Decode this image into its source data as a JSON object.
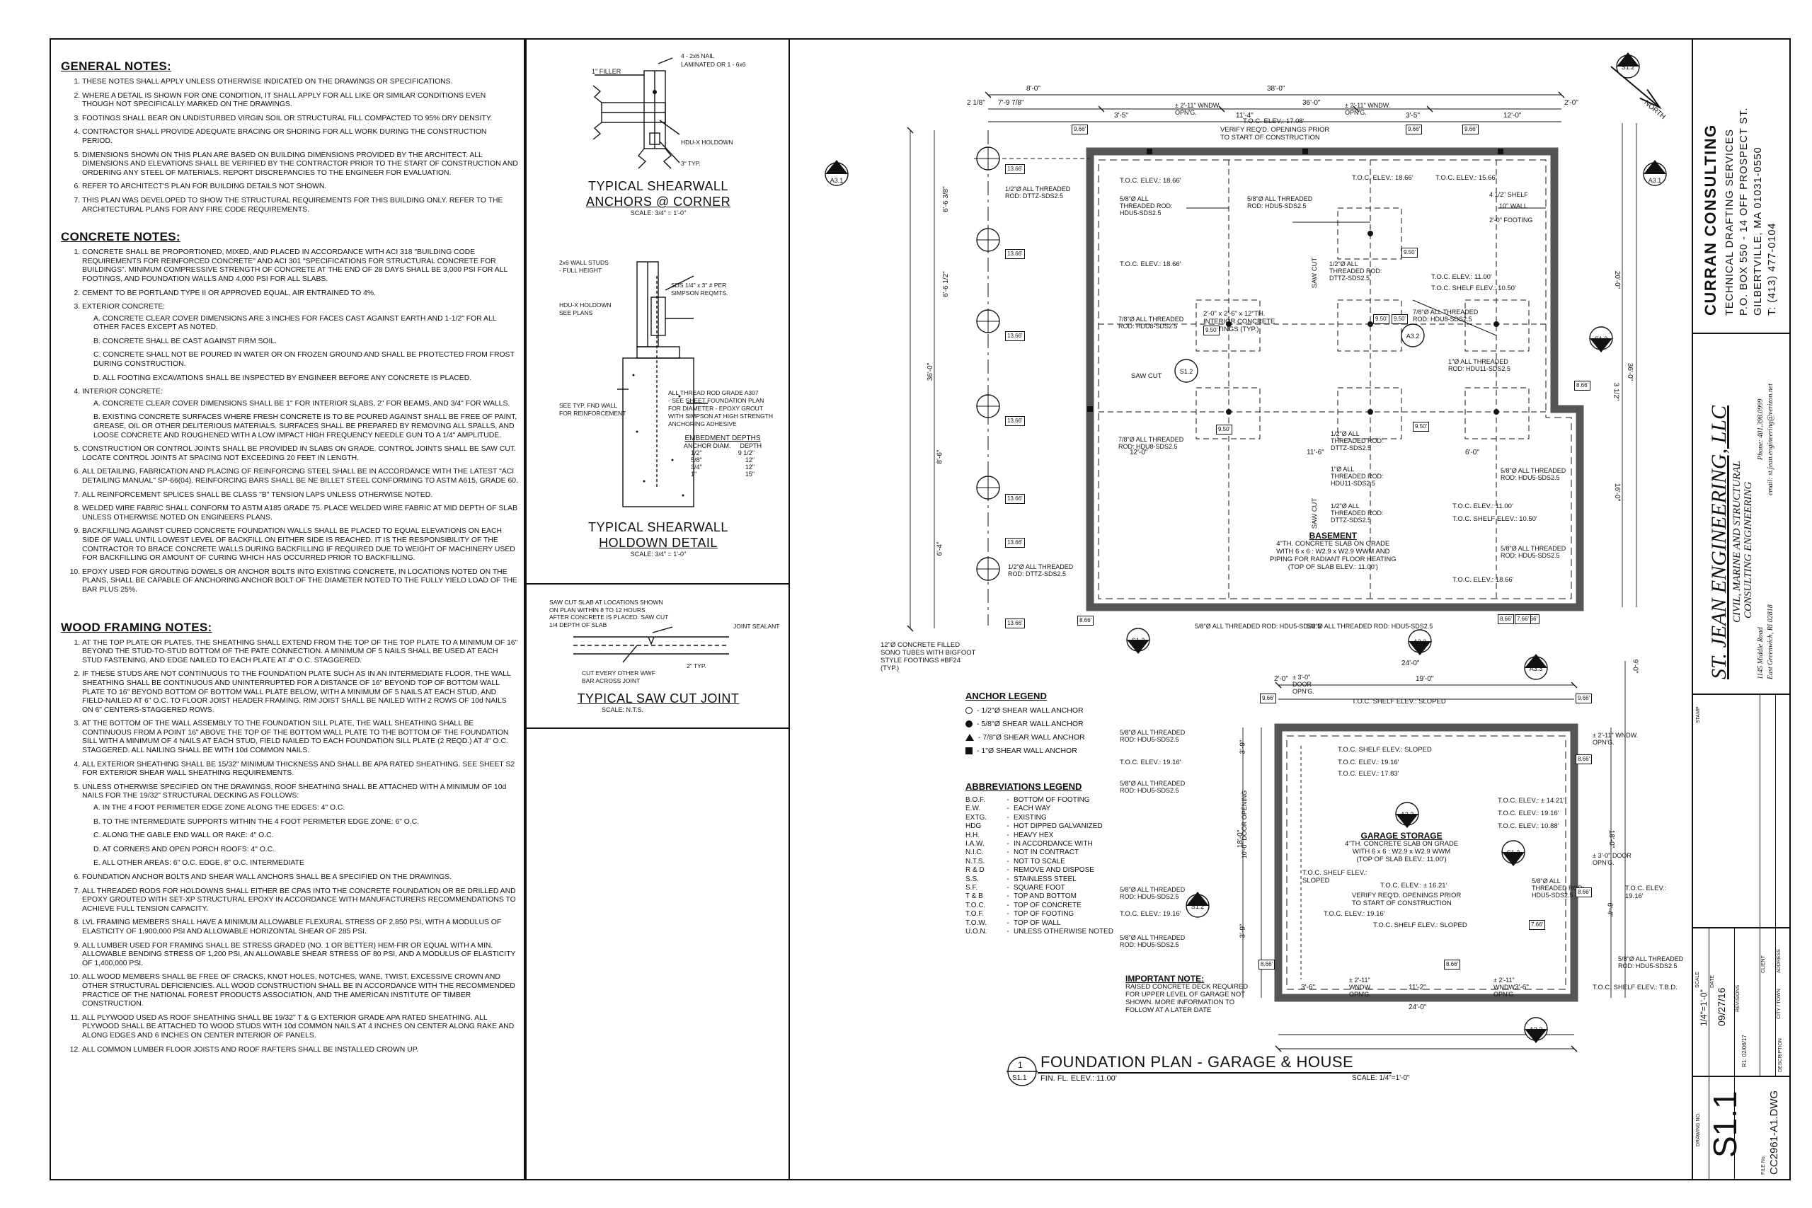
{
  "general_notes": {
    "heading": "GENERAL NOTES:",
    "items": [
      "THESE NOTES SHALL APPLY UNLESS OTHERWISE INDICATED ON THE DRAWINGS OR SPECIFICATIONS.",
      "WHERE A DETAIL IS SHOWN FOR ONE CONDITION, IT SHALL APPLY FOR ALL LIKE OR SIMILAR CONDITIONS EVEN THOUGH NOT SPECIFICALLY MARKED ON THE DRAWINGS.",
      "FOOTINGS SHALL BEAR ON UNDISTURBED VIRGIN SOIL OR STRUCTURAL FILL COMPACTED TO 95% DRY DENSITY.",
      "CONTRACTOR SHALL PROVIDE ADEQUATE BRACING OR SHORING FOR ALL WORK DURING THE CONSTRUCTION PERIOD.",
      "DIMENSIONS SHOWN ON THIS PLAN ARE BASED ON BUILDING DIMENSIONS PROVIDED BY THE ARCHITECT. ALL DIMENSIONS AND ELEVATIONS SHALL BE VERIFIED BY THE CONTRACTOR PRIOR TO THE START OF CONSTRUCTION AND ORDERING ANY STEEL OF MATERIALS. REPORT DISCREPANCIES TO THE ENGINEER FOR EVALUATION.",
      "REFER TO ARCHITECT'S PLAN FOR BUILDING DETAILS NOT SHOWN.",
      "THIS PLAN WAS DEVELOPED TO SHOW THE STRUCTURAL REQUIREMENTS FOR THIS BUILDING ONLY. REFER TO THE ARCHITECTURAL PLANS FOR ANY FIRE CODE REQUIREMENTS."
    ]
  },
  "concrete_notes": {
    "heading": "CONCRETE NOTES:",
    "n1": "CONCRETE SHALL BE PROPORTIONED, MIXED, AND PLACED IN ACCORDANCE WITH ACI 318 \"BUILDING CODE REQUIREMENTS FOR REINFORCED CONCRETE\" AND ACI 301 \"SPECIFICATIONS FOR STRUCTURAL CONCRETE FOR BUILDINGS\". MINIMUM COMPRESSIVE STRENGTH OF CONCRETE AT THE END OF 28 DAYS SHALL BE 3,000 PSI FOR ALL FOOTINGS, AND FOUNDATION WALLS AND 4,000 PSI FOR ALL SLABS.",
    "n2": "CEMENT TO BE PORTLAND TYPE II OR APPROVED EQUAL, AIR ENTRAINED TO 4%.",
    "n3": "EXTERIOR CONCRETE:",
    "n3a": "A. CONCRETE CLEAR COVER DIMENSIONS ARE 3 INCHES FOR FACES CAST AGAINST EARTH AND 1-1/2\" FOR ALL OTHER FACES EXCEPT AS NOTED.",
    "n3b": "B. CONCRETE SHALL BE CAST AGAINST FIRM SOIL.",
    "n3c": "C. CONCRETE SHALL NOT BE POURED IN WATER OR ON FROZEN GROUND AND SHALL BE PROTECTED FROM FROST DURING CONSTRUCTION.",
    "n3d": "D. ALL FOOTING EXCAVATIONS SHALL BE INSPECTED BY ENGINEER BEFORE ANY CONCRETE IS PLACED.",
    "n4": "INTERIOR CONCRETE:",
    "n4a": "A. CONCRETE CLEAR COVER DIMENSIONS SHALL BE 1\" FOR INTERIOR SLABS, 2\" FOR BEAMS, AND 3/4\" FOR WALLS.",
    "n4b": "B. EXISTING CONCRETE SURFACES WHERE FRESH CONCRETE IS TO BE POURED AGAINST SHALL BE FREE OF PAINT, GREASE, OIL OR OTHER DELITERIOUS MATERIALS. SURFACES SHALL BE PREPARED BY REMOVING ALL SPALLS, AND LOOSE CONCRETE AND ROUGHENED WITH A LOW IMPACT HIGH FREQUENCY NEEDLE GUN TO A 1/4\" AMPLITUDE.",
    "n5": "CONSTRUCTION OR CONTROL JOINTS SHALL BE PROVIDED IN SLABS ON GRADE. CONTROL JOINTS SHALL BE SAW CUT. LOCATE CONTROL JOINTS AT SPACING NOT EXCEEDING 20 FEET IN LENGTH.",
    "n6": "ALL DETAILING, FABRICATION AND PLACING OF REINFORCING STEEL SHALL BE IN ACCORDANCE WITH THE LATEST \"ACI DETAILING MANUAL\" SP-66(04). REINFORCING BARS SHALL BE NE BILLET STEEL CONFORMING TO ASTM A615, GRADE 60.",
    "n7": "ALL REINFORCEMENT SPLICES SHALL BE CLASS \"B\" TENSION LAPS UNLESS OTHERWISE NOTED.",
    "n8": "WELDED WIRE FABRIC SHALL CONFORM TO ASTM A185 GRADE 75. PLACE WELDED WIRE FABRIC AT MID DEPTH OF SLAB UNLESS OTHERWISE NOTED ON ENGINEERS PLANS.",
    "n9": "BACKFILLING AGAINST CURED CONCRETE FOUNDATION WALLS SHALL BE PLACED TO EQUAL ELEVATIONS ON EACH SIDE OF WALL UNTIL LOWEST LEVEL OF BACKFILL ON EITHER SIDE IS REACHED. IT IS THE RESPONSIBILITY OF THE CONTRACTOR TO BRACE CONCRETE WALLS DURING BACKFILLING IF REQUIRED DUE TO WEIGHT OF MACHINERY USED FOR BACKFILLING OR AMOUNT OF CURING WHICH HAS OCCURRED PRIOR TO BACKFILLING.",
    "n10": "EPOXY USED FOR GROUTING DOWELS OR ANCHOR BOLTS INTO EXISTING CONCRETE, IN LOCATIONS NOTED ON THE PLANS, SHALL BE CAPABLE OF ANCHORING ANCHOR BOLT OF THE DIAMETER NOTED TO THE FULLY YIELD LOAD OF THE BAR PLUS 25%."
  },
  "wood_notes": {
    "heading": "WOOD FRAMING NOTES:",
    "n1": "AT THE TOP PLATE OR PLATES, THE SHEATHING SHALL EXTEND FROM THE TOP OF THE TOP PLATE TO A MINIMUM OF 16\" BEYOND THE STUD-TO-STUD BOTTOM OF THE PATE CONNECTION. A MINIMUM OF 5 NAILS SHALL BE USED AT EACH STUD FASTENING, AND EDGE NAILED TO EACH PLATE AT 4\" O.C. STAGGERED.",
    "n2": "IF THESE STUDS ARE NOT CONTINUOUS TO THE FOUNDATION PLATE SUCH AS IN AN INTERMEDIATE FLOOR, THE WALL SHEATHING SHALL BE CONTINUOUS AND UNINTERRUPTED FOR A DISTANCE OF 16\" BEYOND TOP OF BOTTOM WALL PLATE TO 16\" BEYOND BOTTOM OF BOTTOM WALL PLATE BELOW, WITH A MINIMUM OF 5 NAILS AT EACH STUD, AND FIELD-NAILED AT 6\" O.C. TO FLOOR JOIST HEADER FRAMING. RIM JOIST SHALL BE NAILED WITH 2 ROWS OF 10d NAILS ON 6\" CENTERS-STAGGERED ROWS.",
    "n3": "AT THE BOTTOM OF THE WALL ASSEMBLY TO THE FOUNDATION SILL PLATE, THE WALL SHEATHING SHALL BE CONTINUOUS FROM A POINT 16\" ABOVE THE TOP OF THE BOTTOM WALL PLATE TO THE BOTTOM OF THE FOUNDATION SILL WITH A MINIMUM OF 4 NAILS AT EACH STUD, FIELD NAILED TO EACH FOUNDATION SILL PLATE (2 REQD.) AT 4\" O.C. STAGGERED. ALL NAILING SHALL BE WITH 10d COMMON NAILS.",
    "n4": "ALL EXTERIOR SHEATHING SHALL BE 15/32\" MINIMUM THICKNESS AND SHALL BE APA RATED SHEATHING. SEE SHEET S2 FOR EXTERIOR SHEAR WALL SHEATHING REQUIREMENTS.",
    "n5": "UNLESS OTHERWISE SPECIFIED ON THE DRAWINGS, ROOF SHEATHING SHALL BE ATTACHED WITH A MINIMUM OF 10d NAILS FOR THE 19/32\" STRUCTURAL DECKING AS FOLLOWS:",
    "n5a": "A. IN THE 4 FOOT PERIMETER EDGE ZONE ALONG THE EDGES: 4\" O.C.",
    "n5b": "B. TO THE INTERMEDIATE SUPPORTS WITHIN THE 4 FOOT PERIMETER EDGE ZONE: 6\" O.C.",
    "n5c": "C. ALONG THE GABLE END WALL OR RAKE: 4\" O.C.",
    "n5d": "D. AT CORNERS AND OPEN PORCH ROOFS: 4\" O.C.",
    "n5e": "E. ALL OTHER AREAS: 6\" O.C. EDGE, 8\" O.C. INTERMEDIATE",
    "n6": "FOUNDATION ANCHOR BOLTS AND SHEAR WALL ANCHORS SHALL BE A SPECIFIED ON THE DRAWINGS.",
    "n7": "ALL THREADED RODS FOR HOLDOWNS SHALL EITHER BE CPAS INTO THE CONCRETE FOUNDATION OR BE DRILLED AND EPOXY GROUTED WITH SET-XP STRUCTURAL EPOXY IN ACCORDANCE WITH MANUFACTURERS RECOMMENDATIONS TO ACHIEVE FULL TENSION CAPACITY.",
    "n8": "LVL FRAMING MEMBERS SHALL HAVE A MINIMUM ALLOWABLE FLEXURAL STRESS OF 2,850 PSI, WITH A MODULUS OF ELASTICITY OF 1,900,000 PSI AND ALLOWABLE HORIZONTAL SHEAR OF 285 PSI.",
    "n9": "ALL LUMBER USED FOR FRAMING SHALL BE STRESS GRADED (NO. 1 OR BETTER) HEM-FIR OR EQUAL WITH A MIN. ALLOWABLE BENDING STRESS OF 1,200 PSI, AN ALLOWABLE SHEAR STRESS OF 80 PSI, AND A MODULUS OF ELASTICITY OF 1,400,000 PSI.",
    "n10": "ALL WOOD MEMBERS SHALL BE FREE OF CRACKS, KNOT HOLES, NOTCHES, WANE, TWIST, EXCESSIVE CROWN AND OTHER STRUCTURAL DEFICIENCIES. ALL WOOD CONSTRUCTION SHALL BE IN ACCORDANCE WITH THE RECOMMENDED PRACTICE OF THE NATIONAL FOREST PRODUCTS ASSOCIATION, AND THE AMERICAN INSTITUTE OF TIMBER CONSTRUCTION.",
    "n11": "ALL PLYWOOD USED AS ROOF SHEATHING SHALL BE 19/32\" T & G EXTERIOR GRADE APA RATED SHEATHING. ALL PLYWOOD SHALL BE ATTACHED TO WOOD STUDS WITH 10d COMMON NAILS AT 4 INCHES ON CENTER ALONG RAKE AND ALONG EDGES AND 6 INCHES ON CENTER INTERIOR OF PANELS.",
    "n12": "ALL COMMON LUMBER FLOOR JOISTS AND ROOF RAFTERS SHALL BE INSTALLED CROWN UP."
  },
  "details": {
    "corner": {
      "title_a": "TYPICAL SHEARWALL",
      "title_b": "ANCHORS @ CORNER",
      "scale": "SCALE: 3/4\" = 1'-0\"",
      "l_filler": "1\" FILLER",
      "l_nail": "4 - 2x6 NAIL",
      "l_lam": "LAMINATED OR 1 - 6x6",
      "l_holdown": "HDU-X HOLDOWN",
      "l_typ": "3\" TYP."
    },
    "holdown": {
      "title_a": "TYPICAL SHEARWALL",
      "title_b": "HOLDOWN DETAIL",
      "scale": "SCALE: 3/4\" = 1'-0\"",
      "l_studs": "2x6 WALL STUDS",
      "l_full": "- FULL HEIGHT",
      "l_sds": "SDS 1/4\" x 3\" # PER",
      "l_simp": "SIMPSON REQMTS.",
      "l_hdu": "HDU-X HOLDOWN",
      "l_see": "SEE PLANS",
      "l_wall1": "SEE TYP. FND WALL",
      "l_wall2": "FOR REINFORCEMENT",
      "l_rod1": "ALL THREAD ROD GRADE A307",
      "l_rod2": "- SEE SHEET FOUNDATION PLAN",
      "l_rod3": "FOR DIAMETER - EPOXY GROUT",
      "l_rod4": "WITH SIMPSON AT HIGH STRENGTH",
      "l_rod5": "ANCHORING ADHESIVE",
      "emb_title": "EMBEDMENT DEPTHS",
      "emb_h1": "ANCHOR DIAM.",
      "emb_h2": "DEPTH",
      "emb_rows": [
        [
          "1/2\"",
          "9 1/2\""
        ],
        [
          "5/8\"",
          "12\""
        ],
        [
          "3/4\"",
          "12\""
        ],
        [
          "1\"",
          "15\""
        ]
      ]
    },
    "sawcut": {
      "title": "TYPICAL SAW CUT JOINT",
      "scale": "SCALE: N.T.S.",
      "l1": "SAW CUT SLAB AT LOCATIONS SHOWN",
      "l2": "ON PLAN WITHIN 8 TO 12 HOURS",
      "l3": "AFTER CONCRETE IS PLACED. SAW CUT",
      "l4": "1/4 DEPTH OF SLAB",
      "l_joint": "JOINT SEALANT",
      "l_cut1": "CUT EVERY OTHER WWF",
      "l_cut2": "BAR ACROSS JOINT",
      "l_typ": "2\" TYP."
    }
  },
  "plan": {
    "title": "FOUNDATION PLAN - GARAGE & HOUSE",
    "subtitle": "FIN. FL. ELEV.: 11.00'",
    "scale": "SCALE: 1/4\"=1'-0\"",
    "view_num": "1",
    "view_sheet": "S1.1",
    "north": "NORTH",
    "basement_title": "BASEMENT",
    "basement_note": [
      "4\"TH. CONCRETE SLAB ON GRADE",
      "WITH 6 x 6 : W2.9 x W2.9 WWM AND",
      "PIPING FOR RADIANT FLOOR HEATING",
      "(TOP OF SLAB ELEV.: 11.00')"
    ],
    "garage_title": "GARAGE STORAGE",
    "garage_note": [
      "4\"TH. CONCRETE SLAB ON GRADE",
      "WITH 6 x 6 : W2.9 x W2.9 WWM",
      "(TOP OF SLAB ELEV.: 11.00')"
    ],
    "sono_note": [
      "12\"Ø CONCRETE FILLED",
      "SONO TUBES WITH BIGFOOT",
      "STYLE FOOTINGS #BF24",
      "(TYP.)"
    ],
    "important_title": "IMPORTANT NOTE:",
    "important_note": [
      "RAISED CONCRETE DECK REQUIRED",
      "FOR UPPER LEVEL OF GARAGE NOT",
      "SHOWN. MORE INFORMATION TO",
      "FOLLOW AT A LATER DATE"
    ],
    "verify_top": [
      "VERIFY REQ'D. OPENINGS PRIOR",
      "TO START OF CONSTRUCTION"
    ],
    "footing_note": [
      "2'-0\" x 2'-6\" x 12\"TH.",
      "INTERIOR CONCRETE",
      "FOOTINGS (TYP.)"
    ],
    "labels": {
      "toc_1866": "T.O.C. ELEV.: 18.66'",
      "toc_1506": "T.O.C. ELEV.: 17.08'",
      "toc_1566": "T.O.C. ELEV.: 15.66'",
      "toc_1100": "T.O.C. ELEV.: 11.00'",
      "toc_shelf_1050": "T.O.C. SHELF ELEV.: 10.50'",
      "toc_1088": "T.O.C. ELEV.: 10.88'",
      "toc_1916": "T.O.C. ELEV.: 19.16'",
      "toc_1783": "T.O.C. ELEV.: 17.83'",
      "toc_1421": "T.O.C. ELEV.: ± 14.21'",
      "toc_1621": "T.O.C. ELEV.: ± 16.21'",
      "toc_shelf_sloped": "T.O.C. SHELF ELEV.: SLOPED",
      "toc_shelf_tbd": "T.O.C. SHELF ELEV.: T.B.D.",
      "rod_half": "1/2\"Ø ALL THREADED ROD: DTTZ-SDS2.5",
      "rod_58": "5/8\"Ø ALL THREADED ROD: HDU5-SDS2.5",
      "rod_78": "7/8\"Ø ALL THREADED ROD: HDU8-SDS2.5",
      "rod_1": "1\"Ø ALL THREADED ROD: HDU11-SDS2.5",
      "saw_cut": "SAW CUT",
      "shelf": "4 1/2\" SHELF",
      "wall10": "10\" WALL",
      "footing2": "2'-0\" FOOTING",
      "window": "± 2'-11\" WNDW. OPN'G.",
      "door": "± 3'-0\" DOOR OPN'G.",
      "door_opening": "10'-0\" DOOR OPENING"
    },
    "dims": {
      "overall_top": "38'-0\"",
      "seg_8": "8'-0\"",
      "seg_36": "36'-0\"",
      "seg_2": "2'-0\"",
      "seg_218": "2 1/8\"",
      "seg_7978": "7'-9 7/8\"",
      "seg_35": "3'-5\"",
      "seg_114": "11'-4\"",
      "seg_120": "12'-0\"",
      "seg_116": "11'-6\"",
      "seg_60": "6'-0\"",
      "side_360": "36'-0\"",
      "side_200": "20'-0\"",
      "side_160": "16'-0\"",
      "side_312": "3 1/2\"",
      "garage_240": "24'-0\"",
      "garage_190": "19'-0\"",
      "garage_112": "11'-2\"",
      "garage_36": "3'-6\"",
      "garage_90": "9'-0\"",
      "garage_180": "18'-0\"",
      "garage_64": "6'-4\"",
      "garage_39": "3'-9\"",
      "bay_638": "6'-6 3/8\"",
      "bay_612": "6'-6 1/2\"",
      "bay_64": "6'-4\"",
      "bay_86": "8'-6\""
    },
    "elev_tags": [
      "13.66'",
      "9.66'",
      "8.66'",
      "9.50'",
      "7.66'"
    ]
  },
  "legend": {
    "anchor_title": "ANCHOR LEGEND",
    "anchors": [
      "- 1/2\"Ø SHEAR WALL ANCHOR",
      "- 5/8\"Ø SHEAR WALL ANCHOR",
      "- 7/8\"Ø SHEAR WALL ANCHOR",
      "- 1\"Ø SHEAR WALL ANCHOR"
    ],
    "abbr_title": "ABBREVIATIONS LEGEND",
    "abbrs": [
      [
        "B.O.F.",
        "BOTTOM OF FOOTING"
      ],
      [
        "E.W.",
        "EACH WAY"
      ],
      [
        "EXTG.",
        "EXISTING"
      ],
      [
        "HDG",
        "HOT DIPPED GALVANIZED"
      ],
      [
        "H.H.",
        "HEAVY HEX"
      ],
      [
        "I.A.W.",
        "IN ACCORDANCE WITH"
      ],
      [
        "N.I.C.",
        "NOT IN CONTRACT"
      ],
      [
        "N.T.S.",
        "NOT TO SCALE"
      ],
      [
        "R & D",
        "REMOVE AND DISPOSE"
      ],
      [
        "S.S.",
        "STAINLESS STEEL"
      ],
      [
        "S.F.",
        "SQUARE FOOT"
      ],
      [
        "T & B",
        "TOP AND BOTTOM"
      ],
      [
        "T.O.C.",
        "TOP OF CONCRETE"
      ],
      [
        "T.O.F.",
        "TOP OF FOOTING"
      ],
      [
        "T.O.W.",
        "TOP OF WALL"
      ],
      [
        "U.O.N.",
        "UNLESS OTHERWISE NOTED"
      ]
    ]
  },
  "title_block": {
    "firm": "CURRAN CONSULTING",
    "firm_l1": "TECHNICAL DRAFTING SERVICES",
    "firm_l2": "P.O. BOX 550 - 14 OFF PROSPECT ST.",
    "firm_l3": "GILBERTVILLE, MA 01031-0550",
    "firm_l4": "T: (413) 477-0104",
    "eng": "ST. JEAN ENGINEERING, LLC",
    "eng_l1": "CIVIL, MARINE AND STRUCTURAL",
    "eng_l2": "CONSULTING ENGINEERING",
    "eng_addr1": "1145 Middle Road",
    "eng_addr2": "East Greenwich, RI 02818",
    "eng_phone": "Phone: 401.398.0999",
    "eng_email": "email: st.jean.engineering@verizon.net",
    "stamp": "STAMP",
    "client": "CLIENT",
    "address": "ADDRESS",
    "city": "CITY / TOWN",
    "description": "DESCRIPTION",
    "scale_lbl": "SCALE",
    "scale_val": "1/4\"=1'-0\"",
    "date_lbl": "DATE",
    "date_val": "09/27/16",
    "rev_lbl": "REVISIONS",
    "rev_val": "R1: 02/06/17",
    "drawing_lbl": "DRAWING NO.",
    "drawing_val": "S1.1",
    "file_lbl": "FILE No.",
    "file_val": "CC2961-A1.DWG"
  }
}
